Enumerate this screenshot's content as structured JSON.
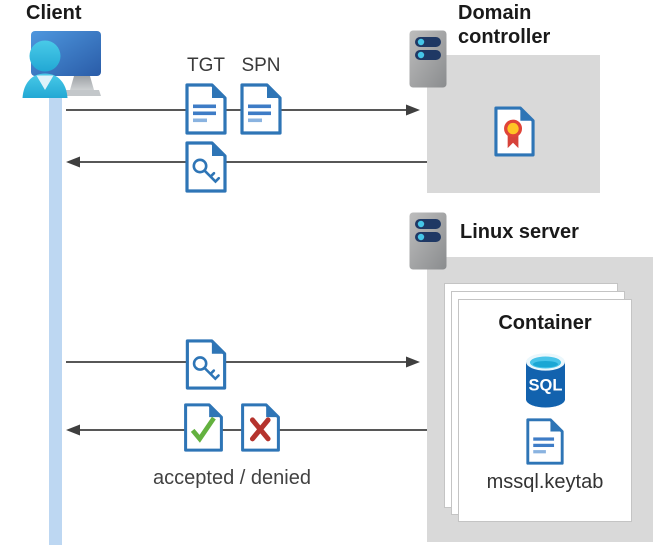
{
  "nodes": {
    "client": {
      "label": "Client"
    },
    "domain_controller": {
      "label": "Domain controller"
    },
    "linux_server": {
      "label": "Linux server"
    },
    "container": {
      "label": "Container"
    }
  },
  "labels": {
    "tgt": "TGT",
    "spn": "SPN",
    "accepted_denied": "accepted / denied",
    "keytab_file": "mssql.keytab",
    "sql_logo": "SQL"
  },
  "arrows": [
    {
      "from": "client",
      "to": "domain_controller",
      "direction": "right",
      "items": [
        "TGT",
        "SPN"
      ]
    },
    {
      "from": "domain_controller",
      "to": "client",
      "direction": "left",
      "items": [
        "key-ticket"
      ]
    },
    {
      "from": "client",
      "to": "linux_server",
      "direction": "right",
      "items": [
        "key-ticket"
      ]
    },
    {
      "from": "linux_server",
      "to": "client",
      "direction": "left",
      "items": [
        "accepted",
        "denied"
      ]
    }
  ],
  "icons": {
    "client": "person-at-monitor-icon",
    "domain_controller": "server-tower-icon",
    "linux_server": "server-tower-icon",
    "tgt": "text-document-icon",
    "spn": "text-document-icon",
    "key_ticket": "key-document-icon",
    "accepted": "check-document-icon",
    "denied": "cross-document-icon",
    "certificate": "certificate-document-icon",
    "sql": "sql-database-icon",
    "keytab": "text-document-icon"
  },
  "colors": {
    "doc_blue": "#2E75B6",
    "doc_line_blue": "#3E7CC6",
    "lifeline_blue": "#BDD7F2",
    "box_gray": "#D9D9D9",
    "arrow_gray": "#3F3F3F",
    "check_green": "#63B13F",
    "cross_red": "#B5332D",
    "cert_yellow": "#FFC425",
    "cert_red": "#D6423A",
    "server_navy": "#1F3864",
    "server_dot_cyan": "#45C6E8",
    "sql_body_blue": "#1262AE",
    "sql_top_cyan": "#49C4E9",
    "person_cyan": "#41C4E6",
    "monitor_blue": "#3E83CC"
  }
}
